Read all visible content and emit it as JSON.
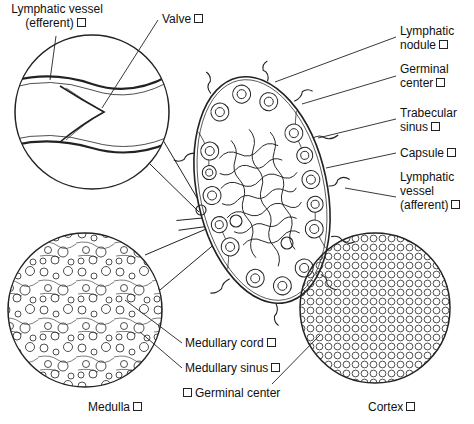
{
  "diagram": {
    "labels": [
      "Lymphatic vessel (efferent)",
      "Valve",
      "Lymphatic nodule",
      "Germinal center",
      "Trabecular sinus",
      "Capsule",
      "Lymphatic vessel (afferent)",
      "Medullary cord",
      "Medullary sinus",
      "Germinal center",
      "Medulla",
      "Cortex"
    ]
  }
}
